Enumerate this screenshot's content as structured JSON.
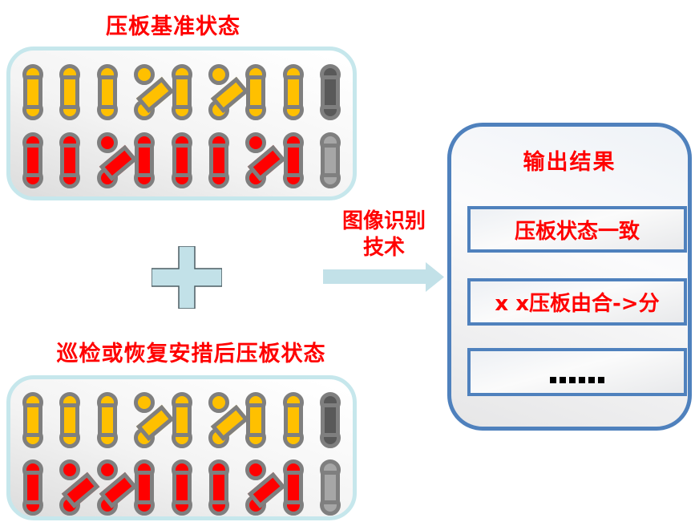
{
  "colors": {
    "red": "#FF0000",
    "yellow": "#FFC000",
    "plate_border": "#7F7F7F",
    "gray_dark": "#595959",
    "gray_light": "#A6A6A6",
    "pale_blue": "#C2E1E8",
    "blue_border": "#4F81BD"
  },
  "baseline_panel": {
    "title": "压板基准状态",
    "rows": [
      {
        "plates": [
          {
            "fill": "yellow",
            "state": "closed"
          },
          {
            "fill": "yellow",
            "state": "closed"
          },
          {
            "fill": "yellow",
            "state": "closed"
          },
          {
            "fill": "yellow",
            "state": "open"
          },
          {
            "fill": "yellow",
            "state": "closed"
          },
          {
            "fill": "yellow",
            "state": "open"
          },
          {
            "fill": "yellow",
            "state": "closed"
          },
          {
            "fill": "yellow",
            "state": "closed"
          },
          {
            "fill": "grayDark",
            "state": "closed"
          }
        ]
      },
      {
        "plates": [
          {
            "fill": "red",
            "state": "closed"
          },
          {
            "fill": "red",
            "state": "closed"
          },
          {
            "fill": "red",
            "state": "open"
          },
          {
            "fill": "red",
            "state": "closed"
          },
          {
            "fill": "red",
            "state": "closed"
          },
          {
            "fill": "red",
            "state": "closed"
          },
          {
            "fill": "red",
            "state": "open"
          },
          {
            "fill": "red",
            "state": "closed"
          },
          {
            "fill": "grayLight",
            "state": "closed"
          }
        ]
      }
    ]
  },
  "inspection_panel": {
    "title": "巡检或恢复安措后压板状态",
    "rows": [
      {
        "plates": [
          {
            "fill": "yellow",
            "state": "closed"
          },
          {
            "fill": "yellow",
            "state": "closed"
          },
          {
            "fill": "yellow",
            "state": "closed"
          },
          {
            "fill": "yellow",
            "state": "open"
          },
          {
            "fill": "yellow",
            "state": "closed"
          },
          {
            "fill": "yellow",
            "state": "open"
          },
          {
            "fill": "yellow",
            "state": "closed"
          },
          {
            "fill": "yellow",
            "state": "closed"
          },
          {
            "fill": "grayDark",
            "state": "closed"
          }
        ]
      },
      {
        "plates": [
          {
            "fill": "red",
            "state": "closed"
          },
          {
            "fill": "red",
            "state": "open"
          },
          {
            "fill": "red",
            "state": "open"
          },
          {
            "fill": "red",
            "state": "closed"
          },
          {
            "fill": "red",
            "state": "closed"
          },
          {
            "fill": "red",
            "state": "closed"
          },
          {
            "fill": "red",
            "state": "open"
          },
          {
            "fill": "red",
            "state": "closed"
          },
          {
            "fill": "grayLight",
            "state": "closed"
          }
        ]
      }
    ]
  },
  "process": {
    "label_lines": [
      "图像识别",
      "技术"
    ]
  },
  "output": {
    "title": "输出结果",
    "results": [
      "压板状态一致",
      "x x压板由合->分",
      "......"
    ]
  }
}
